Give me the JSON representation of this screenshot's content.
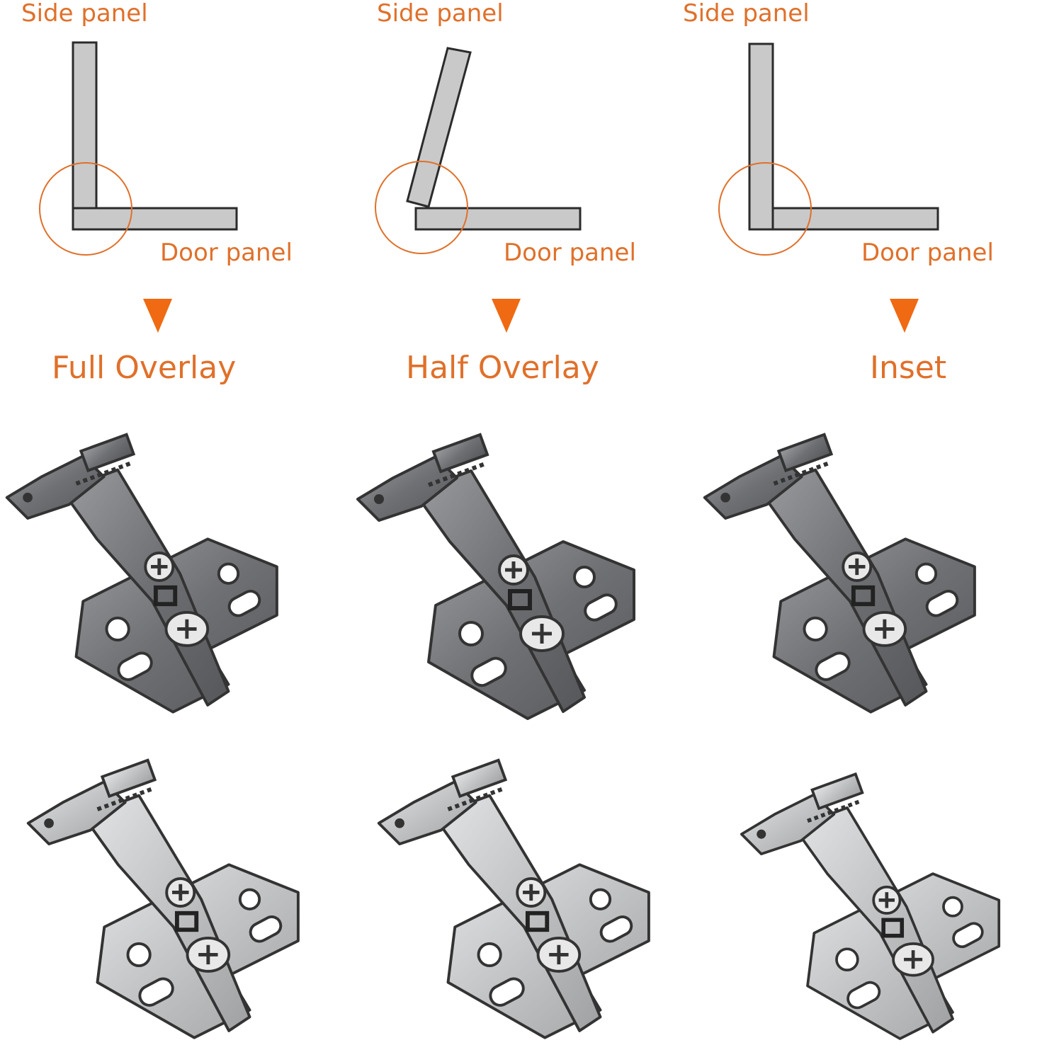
{
  "colors": {
    "accent": "#e0702a",
    "panel_fill": "#c9c9c9",
    "panel_stroke": "#2b2b2b",
    "hinge_dark": "#7d7f82",
    "hinge_light": "#c4c6c8"
  },
  "columns": [
    {
      "side_label": "Side panel",
      "door_label": "Door panel",
      "type_label": "Full Overlay"
    },
    {
      "side_label": "Side panel",
      "door_label": "Door panel",
      "type_label": "Half Overlay"
    },
    {
      "side_label": "Side panel",
      "door_label": "Door panel",
      "type_label": "Inset"
    }
  ],
  "icons": {
    "arrow": "down-triangle-icon",
    "highlight": "circle-highlight-icon",
    "hinge": "concealed-hinge-icon"
  }
}
